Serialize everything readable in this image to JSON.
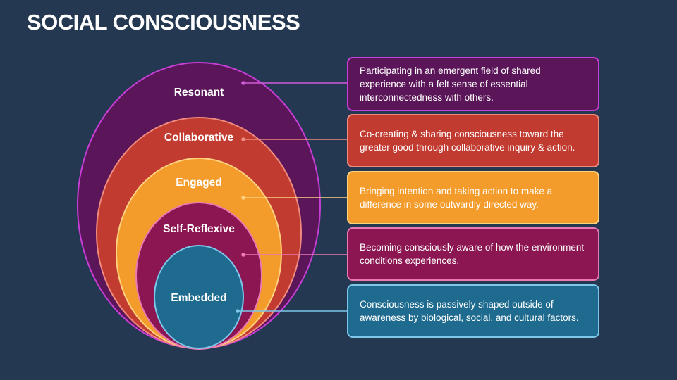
{
  "title": "SOCIAL CONSCIOUSNESS",
  "levels": [
    {
      "label": "Resonant",
      "description": "Participating in an emergent field of shared experience with a felt sense of essential interconnectedness with others.",
      "color": "#5b1659",
      "border_color": "#c83ed6",
      "line_color": "#d05cd8"
    },
    {
      "label": "Collaborative",
      "description": "Co-creating & sharing consciousness toward the greater good through collaborative inquiry & action.",
      "color": "#c23b31",
      "border_color": "#ef8b7e",
      "line_color": "#ee8a80"
    },
    {
      "label": "Engaged",
      "description": "Bringing intention and taking action to make a difference in some outwardly directed way.",
      "color": "#f39b2b",
      "border_color": "#ffd27f",
      "line_color": "#ffd07f"
    },
    {
      "label": "Self-Reflexive",
      "description": "Becoming consciously aware of how the environment conditions experiences.",
      "color": "#8c1652",
      "border_color": "#e97ab4",
      "line_color": "#ea78b2"
    },
    {
      "label": "Embedded",
      "description": "Consciousness is passively shaped outside of awareness by biological, social, and cultural factors.",
      "color": "#1f6b8f",
      "border_color": "#7dc8ea",
      "line_color": "#7cc7ea"
    }
  ]
}
